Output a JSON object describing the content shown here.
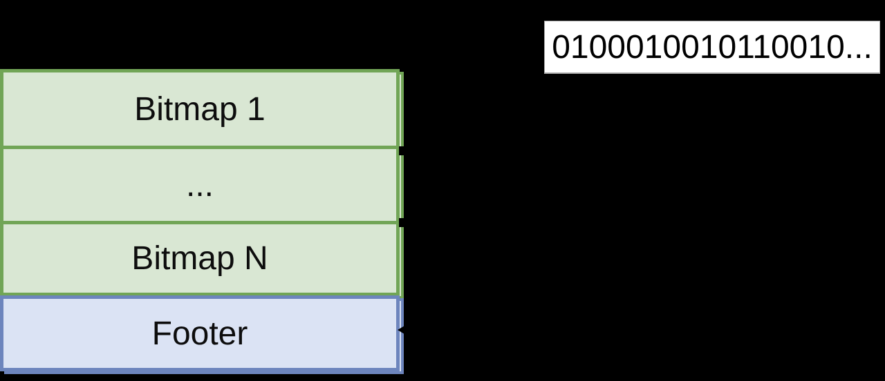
{
  "diagram": {
    "stack": {
      "rows": [
        {
          "label": "Bitmap 1",
          "kind": "bitmap"
        },
        {
          "label": "...",
          "kind": "ellipsis"
        },
        {
          "label": "Bitmap N",
          "kind": "bitmap"
        },
        {
          "label": "Footer",
          "kind": "footer"
        }
      ]
    },
    "binary_box": {
      "text": "0100010010110010..."
    },
    "annotations": {
      "arrow_marks": [
        "divider-1",
        "divider-2",
        "footer-left-arrowhead"
      ]
    }
  },
  "colors": {
    "background": "#000000",
    "green-border": "#71a556",
    "green-fill": "#d9e7d3",
    "blue-border": "#6d85bd",
    "blue-fill": "#dbe3f4",
    "binary-bg": "#ffffff",
    "binary-border": "#a8a8a8",
    "text": "#0d0d0d"
  }
}
